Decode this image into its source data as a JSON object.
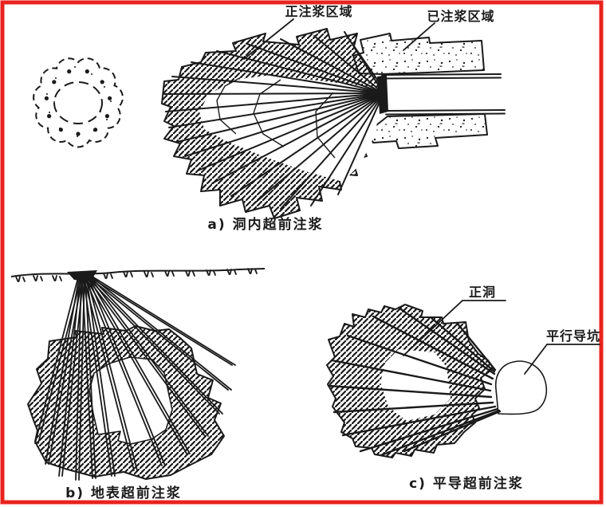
{
  "frame": {
    "border_color": "#e8231e",
    "ink": "#1a1a1a",
    "background": "#ffffff"
  },
  "panel_a": {
    "caption": "a) 洞内超前注浆",
    "labels": {
      "active_zone": "正注浆区域",
      "grouted_zone": "已注浆区域"
    }
  },
  "panel_b": {
    "caption": "b) 地表超前注浆"
  },
  "panel_c": {
    "caption": "c) 平导超前注浆",
    "labels": {
      "main_tunnel": "正洞",
      "parallel_heading": "平行导坑"
    }
  }
}
